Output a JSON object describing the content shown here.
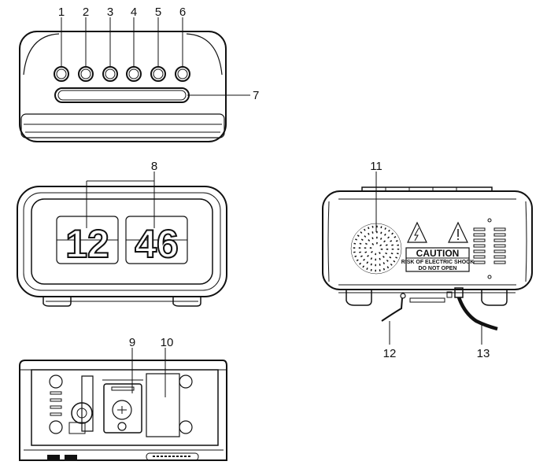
{
  "callouts": {
    "n1": "1",
    "n2": "2",
    "n3": "3",
    "n4": "4",
    "n5": "5",
    "n6": "6",
    "n7": "7",
    "n8": "8",
    "n9": "9",
    "n10": "10",
    "n11": "11",
    "n12": "12",
    "n13": "13"
  },
  "display": {
    "hours": "12",
    "minutes": "46"
  },
  "caution_label": {
    "title": "CAUTION",
    "line1": "RISK OF ELECTRIC SHOCK",
    "line2": "DO NOT OPEN"
  },
  "icons": {
    "warning": "lightning-warning-icon",
    "alert": "exclamation-warning-icon",
    "speaker": "speaker-grille-icon"
  }
}
